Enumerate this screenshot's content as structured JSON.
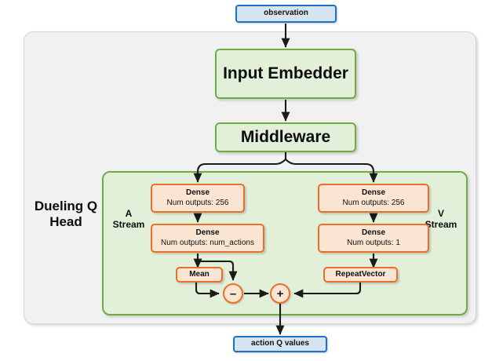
{
  "diagram": {
    "title_label": "Dueling Q Head",
    "input_node": {
      "label": "observation"
    },
    "output_node": {
      "label": "action Q values"
    },
    "blocks": [
      {
        "name": "input-embedder",
        "label": "Input Embedder"
      },
      {
        "name": "middleware",
        "label": "Middleware"
      }
    ],
    "streams": {
      "advantage": {
        "tag_letter": "A",
        "tag_word": "Stream",
        "layers": [
          {
            "title": "Dense",
            "subtitle": "Num outputs: 256"
          },
          {
            "title": "Dense",
            "subtitle": "Num outputs: num_actions"
          }
        ],
        "op_block": "Mean",
        "operator": "–"
      },
      "value": {
        "tag_letter": "V",
        "tag_word": "Stream",
        "layers": [
          {
            "title": "Dense",
            "subtitle": "Num outputs: 256"
          },
          {
            "title": "Dense",
            "subtitle": "Num outputs: 1"
          }
        ],
        "op_block": "RepeatVector",
        "operator": "+"
      }
    },
    "merge_operator": "+",
    "colors": {
      "io_fill": "#d6e4f2",
      "io_border": "#1c72c4",
      "green_fill": "#e2efd9",
      "green_border": "#6fac46",
      "orange_fill": "#fae5d3",
      "orange_border": "#e8702a",
      "frame_fill": "#f1f1f1",
      "frame_border": "#d6d6d6",
      "wire": "#1a1a1a"
    }
  }
}
